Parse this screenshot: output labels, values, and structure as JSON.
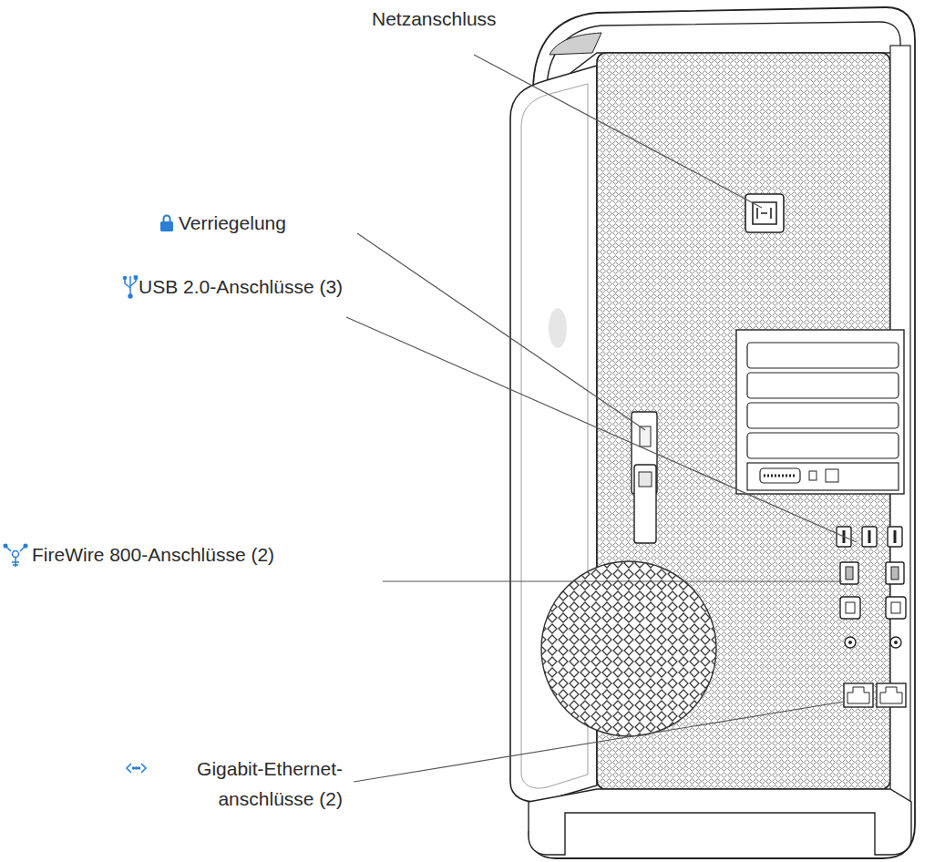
{
  "diagram": {
    "labels": [
      "Netzanschluss",
      "Verriegelung",
      "USB 2.0-Anschlüsse (3)",
      "FireWire 800-Anschlüsse (2)",
      "Gigabit-Ethernet- anschlüsse (2)"
    ]
  }
}
